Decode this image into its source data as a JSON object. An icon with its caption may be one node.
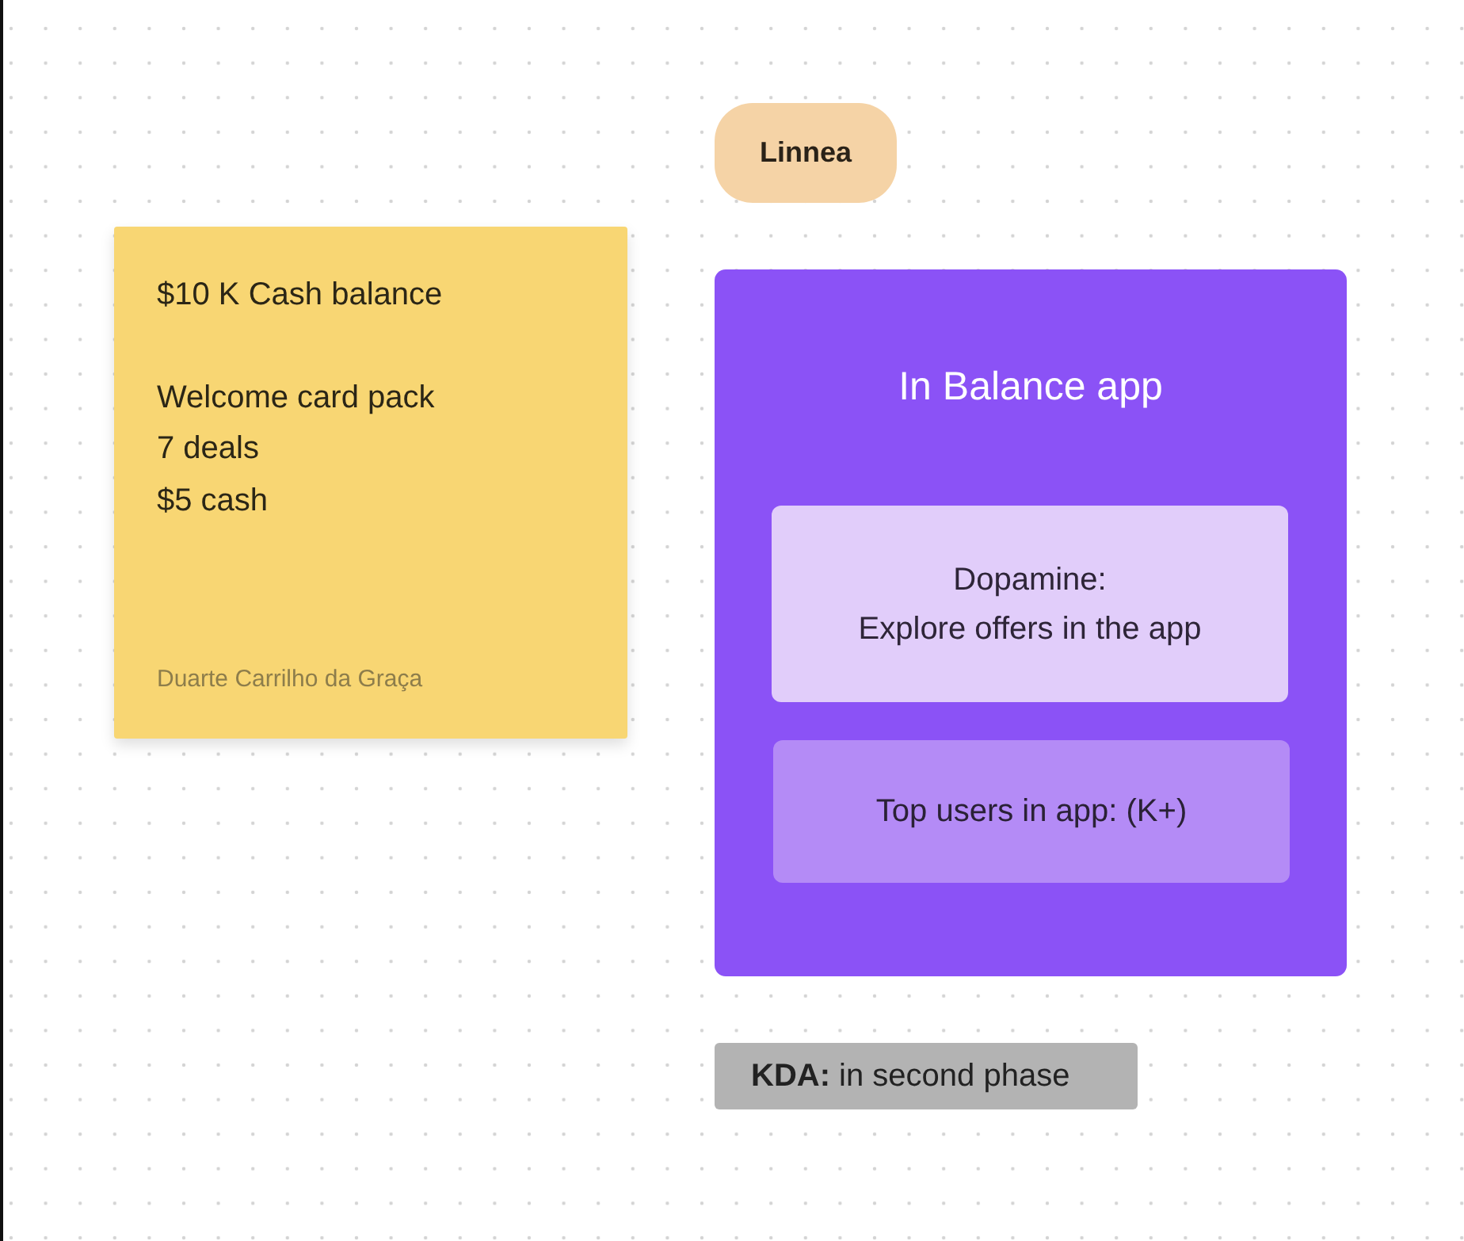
{
  "diagram": {
    "nodes": [
      {
        "text": [
          "$10 K Cash balance",
          "Welcome card pack",
          "7 deals",
          "$5 cash",
          "Duarte Carrilho da Graça"
        ]
      },
      {
        "text": [
          "Linnea"
        ]
      },
      {
        "text": [
          "In Balance app"
        ]
      },
      {
        "text": [
          "Dopamine:",
          "Explore offers in the app"
        ],
        "in": 2
      },
      {
        "text": [
          "Top users in app: (K+)"
        ],
        "in": 2
      },
      {
        "text": [
          "**KDA:** in second phase"
        ]
      }
    ]
  }
}
